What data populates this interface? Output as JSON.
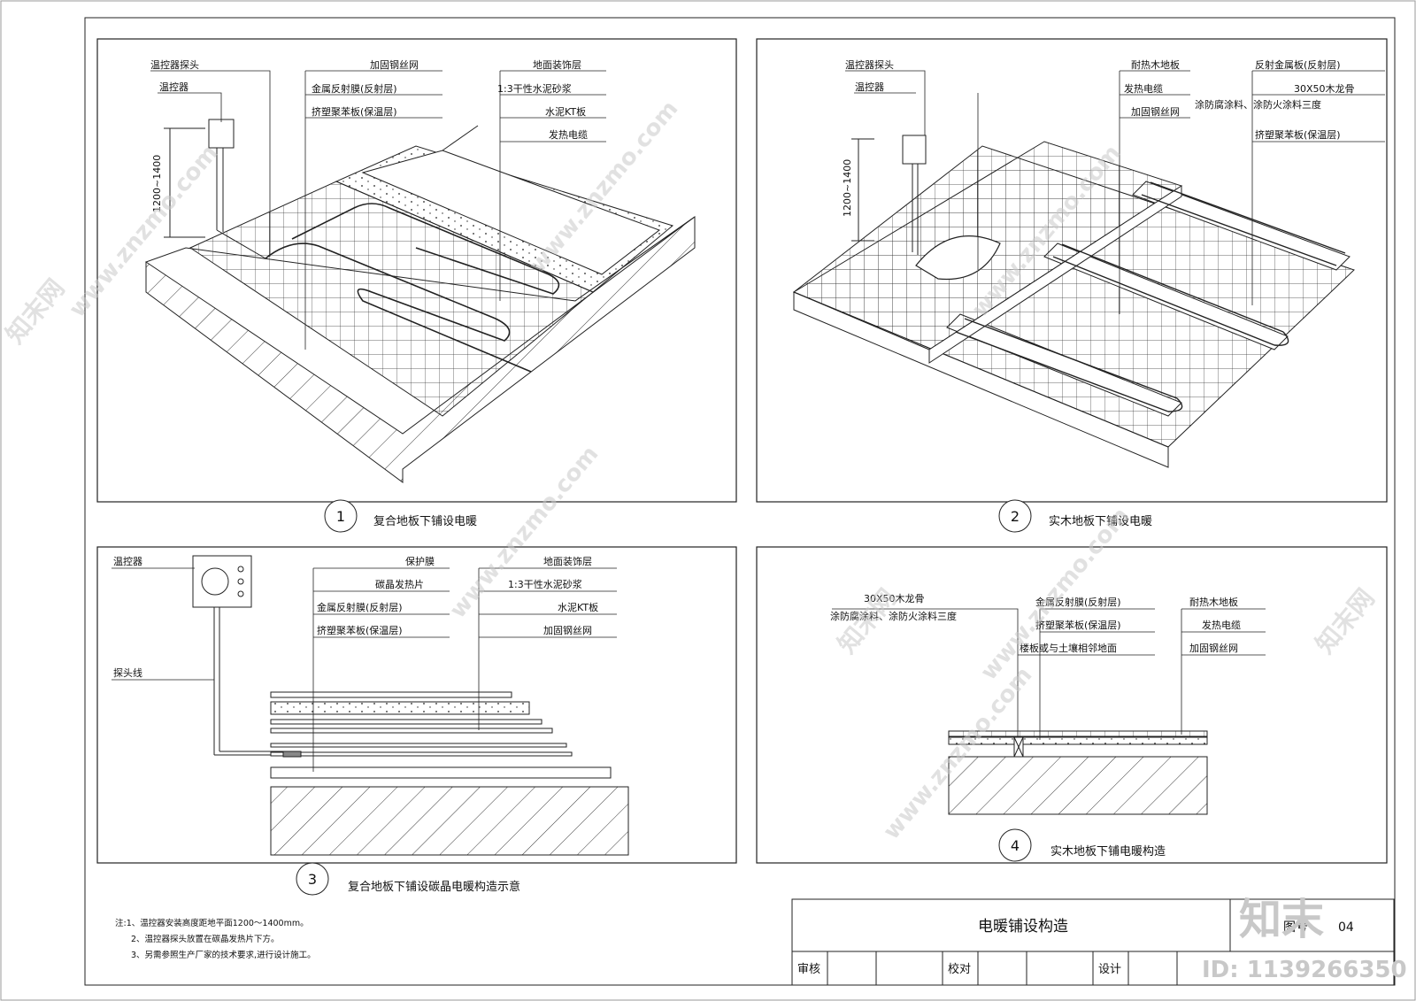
{
  "sheet": {
    "title": "电暖铺设构造",
    "drawing_no_fragment": "04",
    "drawing_no_label_fragment": "图号",
    "review_label": "审核",
    "check_label": "校对",
    "design_label": "设计"
  },
  "notes": {
    "line1": "注:1、温控器安装高度距地平面1200～1400mm。",
    "line2": "2、温控器探头放置在碳晶发热片下方。",
    "line3": "3、另需参照生产厂家的技术要求,进行设计施工。"
  },
  "panel1": {
    "number": "1",
    "caption": "复合地板下铺设电暖",
    "labels": {
      "probe": "温控器探头",
      "thermostat": "温控器",
      "mesh": "加固钢丝网",
      "reflective": "金属反射膜(反射层)",
      "insulation": "挤塑聚苯板(保温层)",
      "finish": "地面装饰层",
      "mortar": "1:3干性水泥砂浆",
      "kt_board": "水泥KT板",
      "cable": "发热电缆",
      "height": "1200~1400"
    }
  },
  "panel2": {
    "number": "2",
    "caption": "实木地板下铺设电暖",
    "labels": {
      "probe": "温控器探头",
      "thermostat": "温控器",
      "floor": "耐热木地板",
      "cable": "发热电缆",
      "mesh": "加固钢丝网",
      "reflective": "反射金属板(反射层)",
      "joist": "30X50木龙骨",
      "coating": "涂防腐涂料、涂防火涂料三度",
      "insulation": "挤塑聚苯板(保温层)",
      "height": "1200~1400"
    }
  },
  "panel3": {
    "number": "3",
    "caption": "复合地板下铺设碳晶电暖构造示意",
    "labels": {
      "thermostat": "温控器",
      "probe_wire": "探头线",
      "film": "保护膜",
      "carbon": "碳晶发热片",
      "reflective": "金属反射膜(反射层)",
      "insulation": "挤塑聚苯板(保温层)",
      "finish": "地面装饰层",
      "mortar": "1:3干性水泥砂浆",
      "kt_board": "水泥KT板",
      "mesh": "加固钢丝网"
    }
  },
  "panel4": {
    "number": "4",
    "caption": "实木地板下铺电暖构造",
    "labels": {
      "joist": "30X50木龙骨",
      "coating": "涂防腐涂料、涂防火涂料三度",
      "reflective": "金属反射膜(反射层)",
      "insulation": "挤塑聚苯板(保温层)",
      "ground": "楼板或与土壤相邻地面",
      "floor": "耐热木地板",
      "cable": "发热电缆",
      "mesh": "加固钢丝网"
    }
  },
  "watermark": {
    "site": "www.znzmo.com",
    "brand": "知末网",
    "logo": "知末",
    "id": "ID: 1139266350"
  }
}
